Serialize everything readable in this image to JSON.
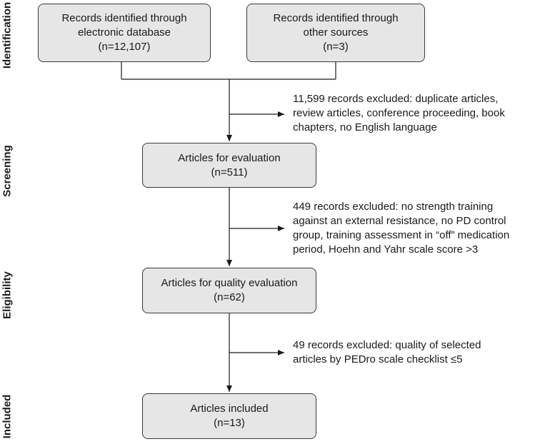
{
  "phases": {
    "identification": "Identification",
    "screening": "Screening",
    "eligibility": "Eligibility",
    "included": "Included"
  },
  "boxes": {
    "database": [
      "Records identified through",
      "electronic database",
      "(n=12,107)"
    ],
    "other": [
      "Records identified through",
      "other sources",
      "(n=3)"
    ],
    "evaluation": [
      "Articles for evaluation",
      "(n=511)"
    ],
    "quality": [
      "Articles for quality evaluation",
      "(n=62)"
    ],
    "included": [
      "Articles included",
      "(n=13)"
    ]
  },
  "exclusions": {
    "first": [
      "11,599 records excluded: duplicate articles,",
      "review articles, conference proceeding, book",
      "chapters, no English language"
    ],
    "second": [
      "449 records excluded: no strength training",
      "against an external resistance, no PD control",
      "group, training assessment in “off” medication",
      "period, Hoehn and Yahr scale score >3"
    ],
    "third": [
      "49 records excluded: quality of selected",
      "articles by PEDro scale checklist ≤5"
    ]
  }
}
